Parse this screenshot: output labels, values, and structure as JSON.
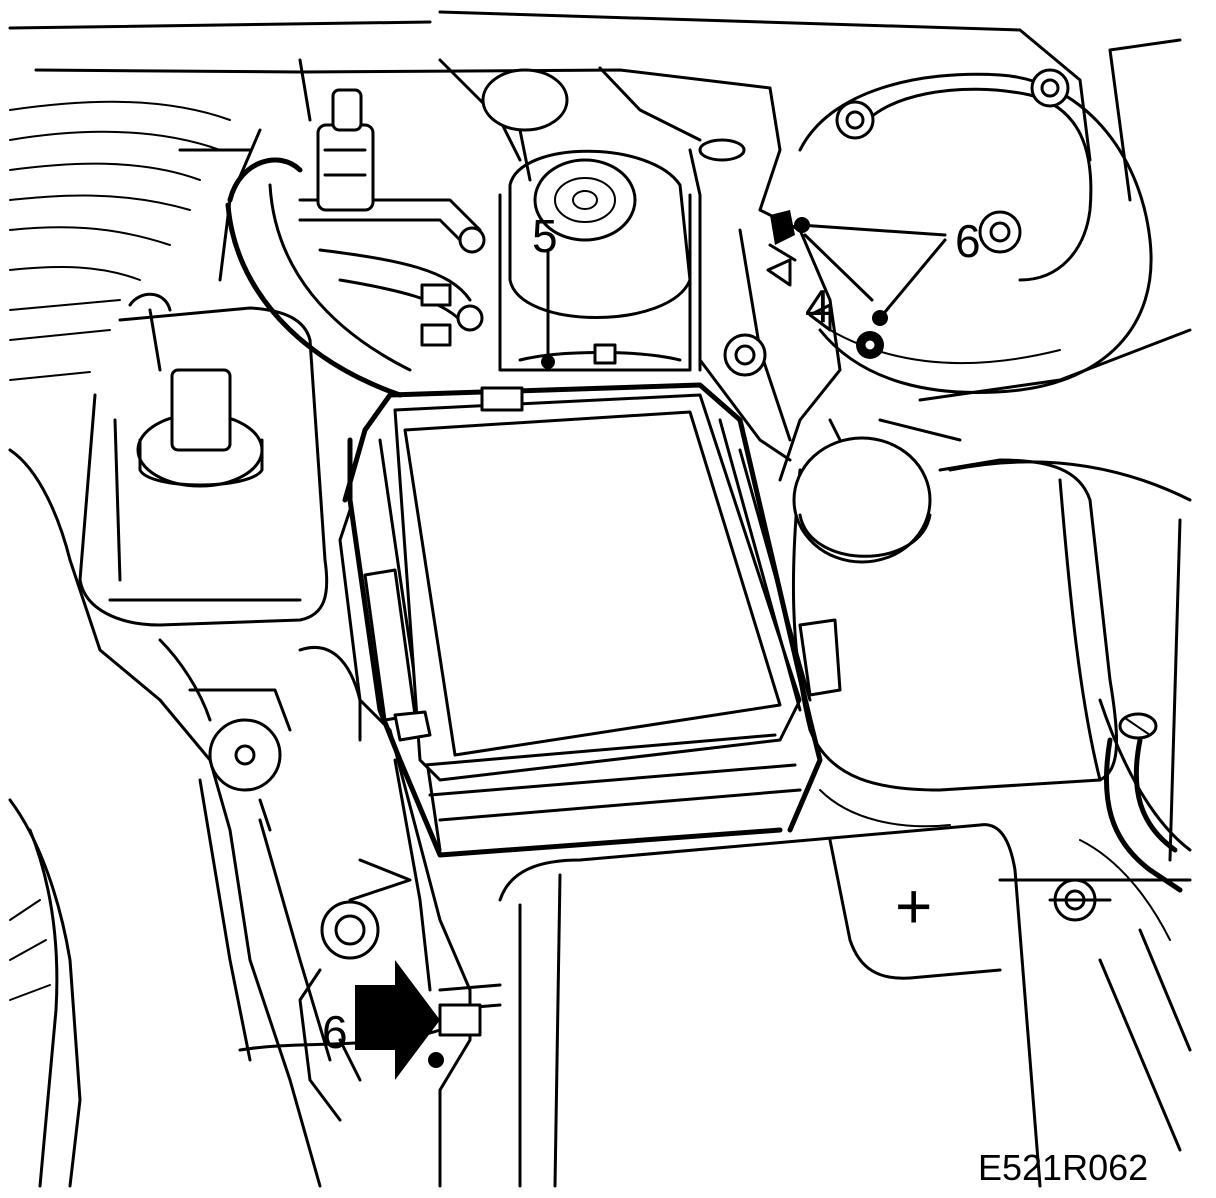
{
  "diagram": {
    "figure_code": "E521R062",
    "callouts": [
      {
        "id": "callout-5",
        "label": "5"
      },
      {
        "id": "callout-6-top",
        "label": "6"
      },
      {
        "id": "callout-6-bottom",
        "label": "6"
      },
      {
        "id": "callout-4",
        "label": "4"
      }
    ],
    "battery_polarity": "+"
  }
}
